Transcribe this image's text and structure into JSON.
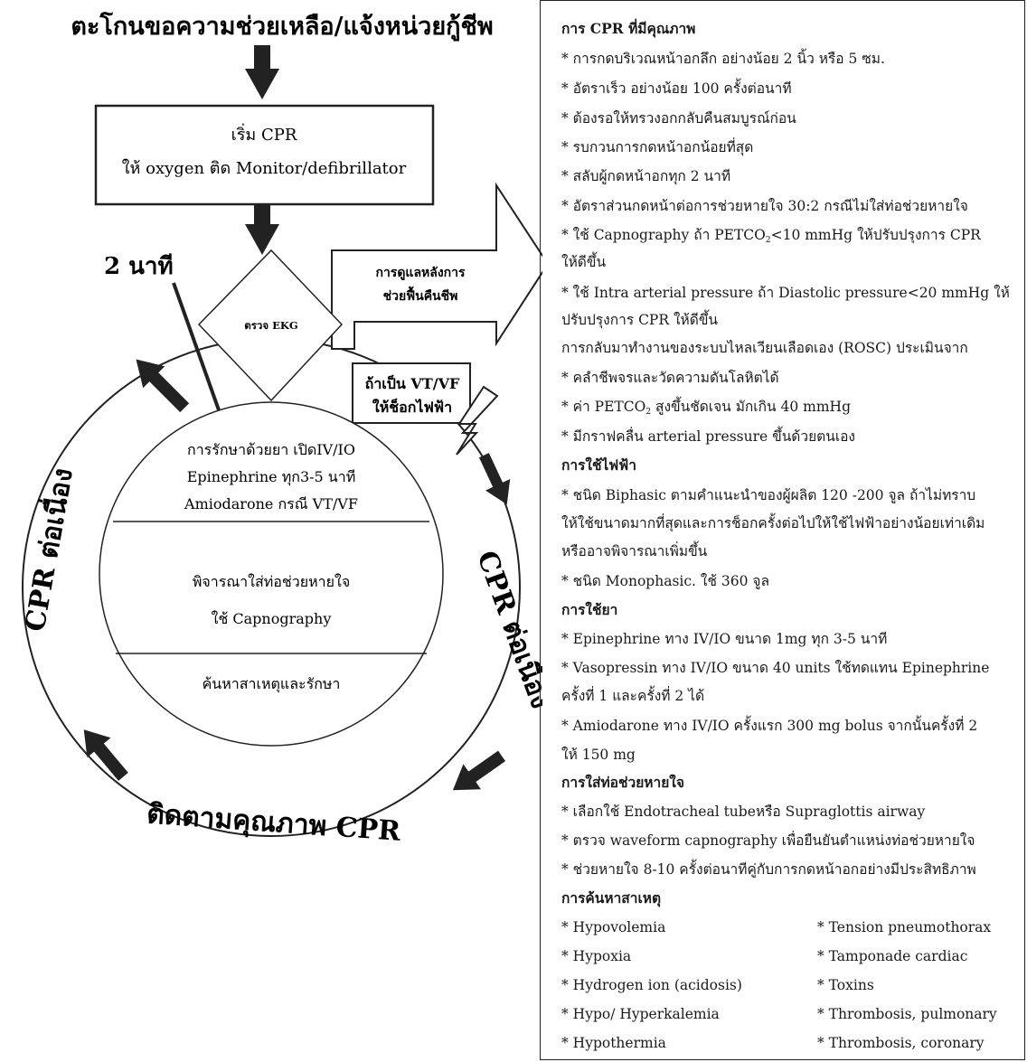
{
  "diagram": {
    "title": "ตะโกนขอความช่วยเหลือ/แจ้งหน่วยกู้ชีพ",
    "start_box": {
      "line1": "เริ่ม CPR",
      "line2": "ให้ oxygen ติด Monitor/defibrillator"
    },
    "two_min_label": "2 นาที",
    "ekg_label": "ตรวจ EKG",
    "post_care": {
      "line1": "การดูแลหลังการ",
      "line2": "ช่วยฟื้นคืนชีพ"
    },
    "shock_box": {
      "line1": "ถ้าเป็น VT/VF",
      "line2": "ให้ช็อกไฟฟ้า"
    },
    "inner_section1": {
      "line1": "การรักษาด้วยยา เปิดIV/IO",
      "line2": "Epinephrine ทุก3-5 นาที",
      "line3": "Amiodarone กรณี VT/VF"
    },
    "inner_section2": {
      "line1": "พิจารณาใส่ท่อช่วยหายใจ",
      "line2": "ใช้ Capnography"
    },
    "inner_section3": {
      "line1": "ค้นหาสาเหตุและรักษา"
    },
    "ring_left": "CPR ต่อเนื่อง",
    "ring_right": "CPR ต่อเนื่อง",
    "ring_bottom": "ติดตามคุณภาพ CPR"
  },
  "panel": {
    "h1": "การ CPR ที่มีคุณภาพ",
    "q1": "* การกดบริเวณหน้าอกลึก อย่างน้อย 2 นิ้ว หรือ 5 ซม.",
    "q2": "* อัตราเร็ว อย่างน้อย 100 ครั้งต่อนาที",
    "q3": "* ต้องรอให้ทรวงอกกลับคืนสมบูรณ์ก่อน",
    "q4": "* รบกวนการกดหน้าอกน้อยที่สุด",
    "q5": "* สลับผู้กดหน้าอกทุก 2 นาที",
    "q6": "* อัตราส่วนกดหน้าต่อการช่วยหายใจ 30:2 กรณีไม่ใส่ท่อช่วยหายใจ",
    "q7a": "* ใช้ Capnography ถ้า PETCO",
    "q7b": "<10 mmHg ให้ปรับปรุงการ CPR",
    "q7c": "ให้ดีขึ้น",
    "q8a": "* ใช้ Intra arterial pressure ถ้า Diastolic pressure<20 mmHg ให้",
    "q8b": "ปรับปรุงการ CPR ให้ดีขึ้น",
    "rosc": "การกลับมาทำงานของระบบไหลเวียนเลือดเอง (ROSC) ประเมินจาก",
    "r1": "* คลำชีพจรและวัดความดันโลหิตได้",
    "r2a": "* ค่า PETCO",
    "r2b": " สูงขึ้นชัดเจน มักเกิน 40 mmHg",
    "r3": "* มีกราฟคลื่น arterial pressure ขึ้นด้วยตนเอง",
    "sub2": "2",
    "h2": "การใช้ไฟฟ้า",
    "e1a": "* ชนิด Biphasic ตามคำแนะนำของผู้ผลิต 120 -200 จูล ถ้าไม่ทราบ",
    "e1b": "ให้ใช้ขนาดมากที่สุดและการช็อกครั้งต่อไปให้ใช้ไฟฟ้าอย่างน้อยเท่าเดิม",
    "e1c": "หรืออาจพิจารณาเพิ่มขึ้น",
    "e2": "* ชนิด Monophasic. ใช้ 360 จูล",
    "h3": "การใช้ยา",
    "d1": "* Epinephrine ทาง IV/IO ขนาด 1mg ทุก 3-5 นาที",
    "d2a": "* Vasopressin ทาง IV/IO ขนาด 40 units ใช้ทดแทน Epinephrine",
    "d2b": "ครั้งที่ 1 และครั้งที่ 2 ได้",
    "d3a": "* Amiodarone ทาง IV/IO ครั้งแรก 300 mg bolus  จากนั้นครั้งที่ 2",
    "d3b": "ให้ 150 mg",
    "h4": "การใส่ท่อช่วยหายใจ",
    "a1": "* เลือกใช้  Endotracheal tubeหรือ Supraglottis airway",
    "a2": "* ตรวจ waveform capnography เพื่อยืนยันตำแหน่งท่อช่วยหายใจ",
    "a3": "* ช่วยหายใจ 8-10 ครั้งต่อนาทีคู่กับการกดหน้าอกอย่างมีประสิทธิภาพ",
    "h5": "การค้นหาสาเหตุ",
    "c1l": "* Hypovolemia",
    "c1r": "* Tension pneumothorax",
    "c2l": "* Hypoxia",
    "c2r": "* Tamponade cardiac",
    "c3l": "* Hydrogen ion (acidosis)",
    "c3r": "* Toxins",
    "c4l": "* Hypo/ Hyperkalemia",
    "c4r": "* Thrombosis, pulmonary",
    "c5l": "* Hypothermia",
    "c5r": "* Thrombosis, coronary"
  }
}
